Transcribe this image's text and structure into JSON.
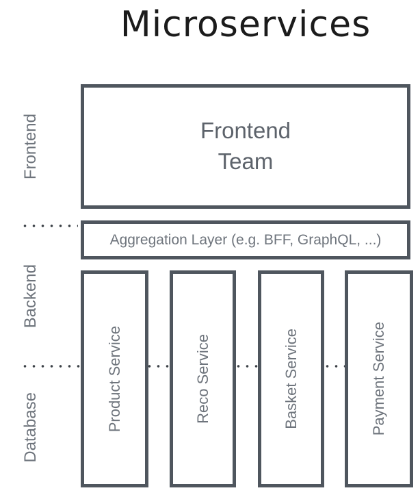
{
  "title": "Microservices",
  "colors": {
    "border": "#4f565e",
    "label_text": "#6e747c",
    "box_text": "#5d636b",
    "dots": "#3c4147",
    "title_text": "#1b1b1b"
  },
  "layers": [
    {
      "label": "Frontend"
    },
    {
      "label": "Backend"
    },
    {
      "label": "Database"
    }
  ],
  "frontend_box": {
    "lines": [
      "Frontend",
      "Team"
    ]
  },
  "aggregation_box": {
    "label": "Aggregation Layer (e.g. BFF, GraphQL, ...)"
  },
  "services": [
    "Product Service",
    "Reco Service",
    "Basket Service",
    "Payment Service"
  ]
}
